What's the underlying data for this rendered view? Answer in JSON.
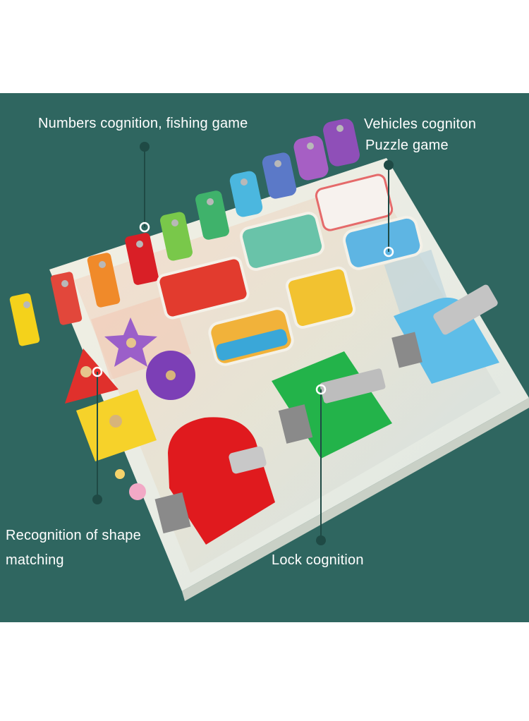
{
  "colors": {
    "background": "#2f6660",
    "page": "#ffffff",
    "label_text": "#ffffff",
    "leader_dot": "#1f4a45",
    "board": "#eef1ea"
  },
  "labels": {
    "numbers": "Numbers cognition, fishing game",
    "vehicles_line1": "Vehicles cogniton",
    "vehicles_line2": "Puzzle game",
    "shape_line1": "Recognition of shape",
    "shape_line2": "matching",
    "lock": "Lock cognition"
  }
}
